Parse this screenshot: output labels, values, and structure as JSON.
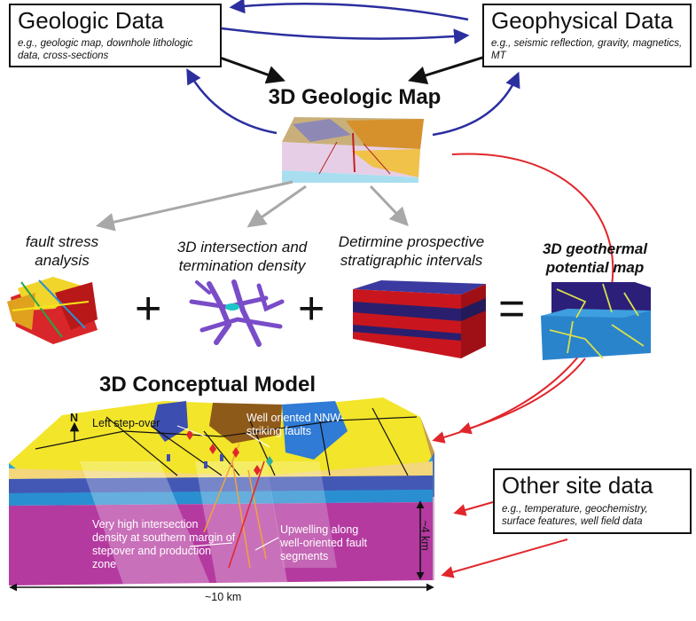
{
  "geologic_data": {
    "title": "Geologic Data",
    "subtitle": "e.g., geologic map, downhole lithologic data, cross-sections"
  },
  "geophysical_data": {
    "title": "Geophysical Data",
    "subtitle": "e.g., seismic reflection, gravity, magnetics, MT"
  },
  "geologic_map_title": "3D Geologic Map",
  "analyses": {
    "fault_stress": "fault stress analysis",
    "intersection_density": "3D intersection and termination density",
    "stratigraphic": "Detirmine prospective stratigraphic intervals",
    "potential_map": "3D geothermal potential map"
  },
  "operators": {
    "plus": "+",
    "equals": "="
  },
  "conceptual_model": {
    "title": "3D Conceptual Model",
    "north": "N",
    "left_step_over": "Left step-over",
    "well_oriented": "Well oriented NNW-striking faults",
    "high_density": "Very high intersection density at southern margin of stepover and production zone",
    "upwelling": "Upwelling along well-oriented fault segments",
    "depth_scale": "~4 km",
    "width_scale": "~10 km"
  },
  "other_site_data": {
    "title": "Other site data",
    "subtitle": "e.g., temperature, geochemistry, surface features, well field data"
  },
  "colors": {
    "blue_arrow": "#2b2f9e",
    "red_arrow": "#e0262b",
    "gray_arrow": "#a8a8a8",
    "model_yellow": "#f2e52a",
    "model_magenta": "#b43aa0"
  }
}
